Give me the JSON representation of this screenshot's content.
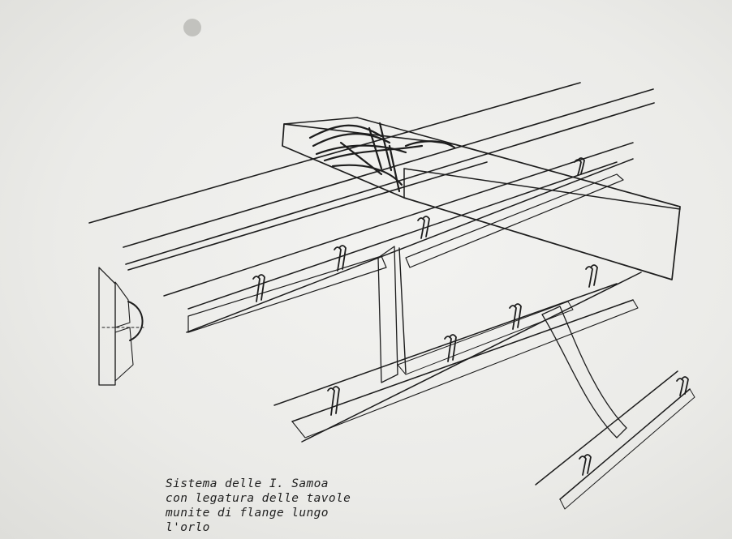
{
  "caption": {
    "line1": "Sistema delle I. Samoa",
    "line2": "con legatura delle tavole",
    "line3": "munite di flange lungo",
    "line4": "l'orlo"
  }
}
